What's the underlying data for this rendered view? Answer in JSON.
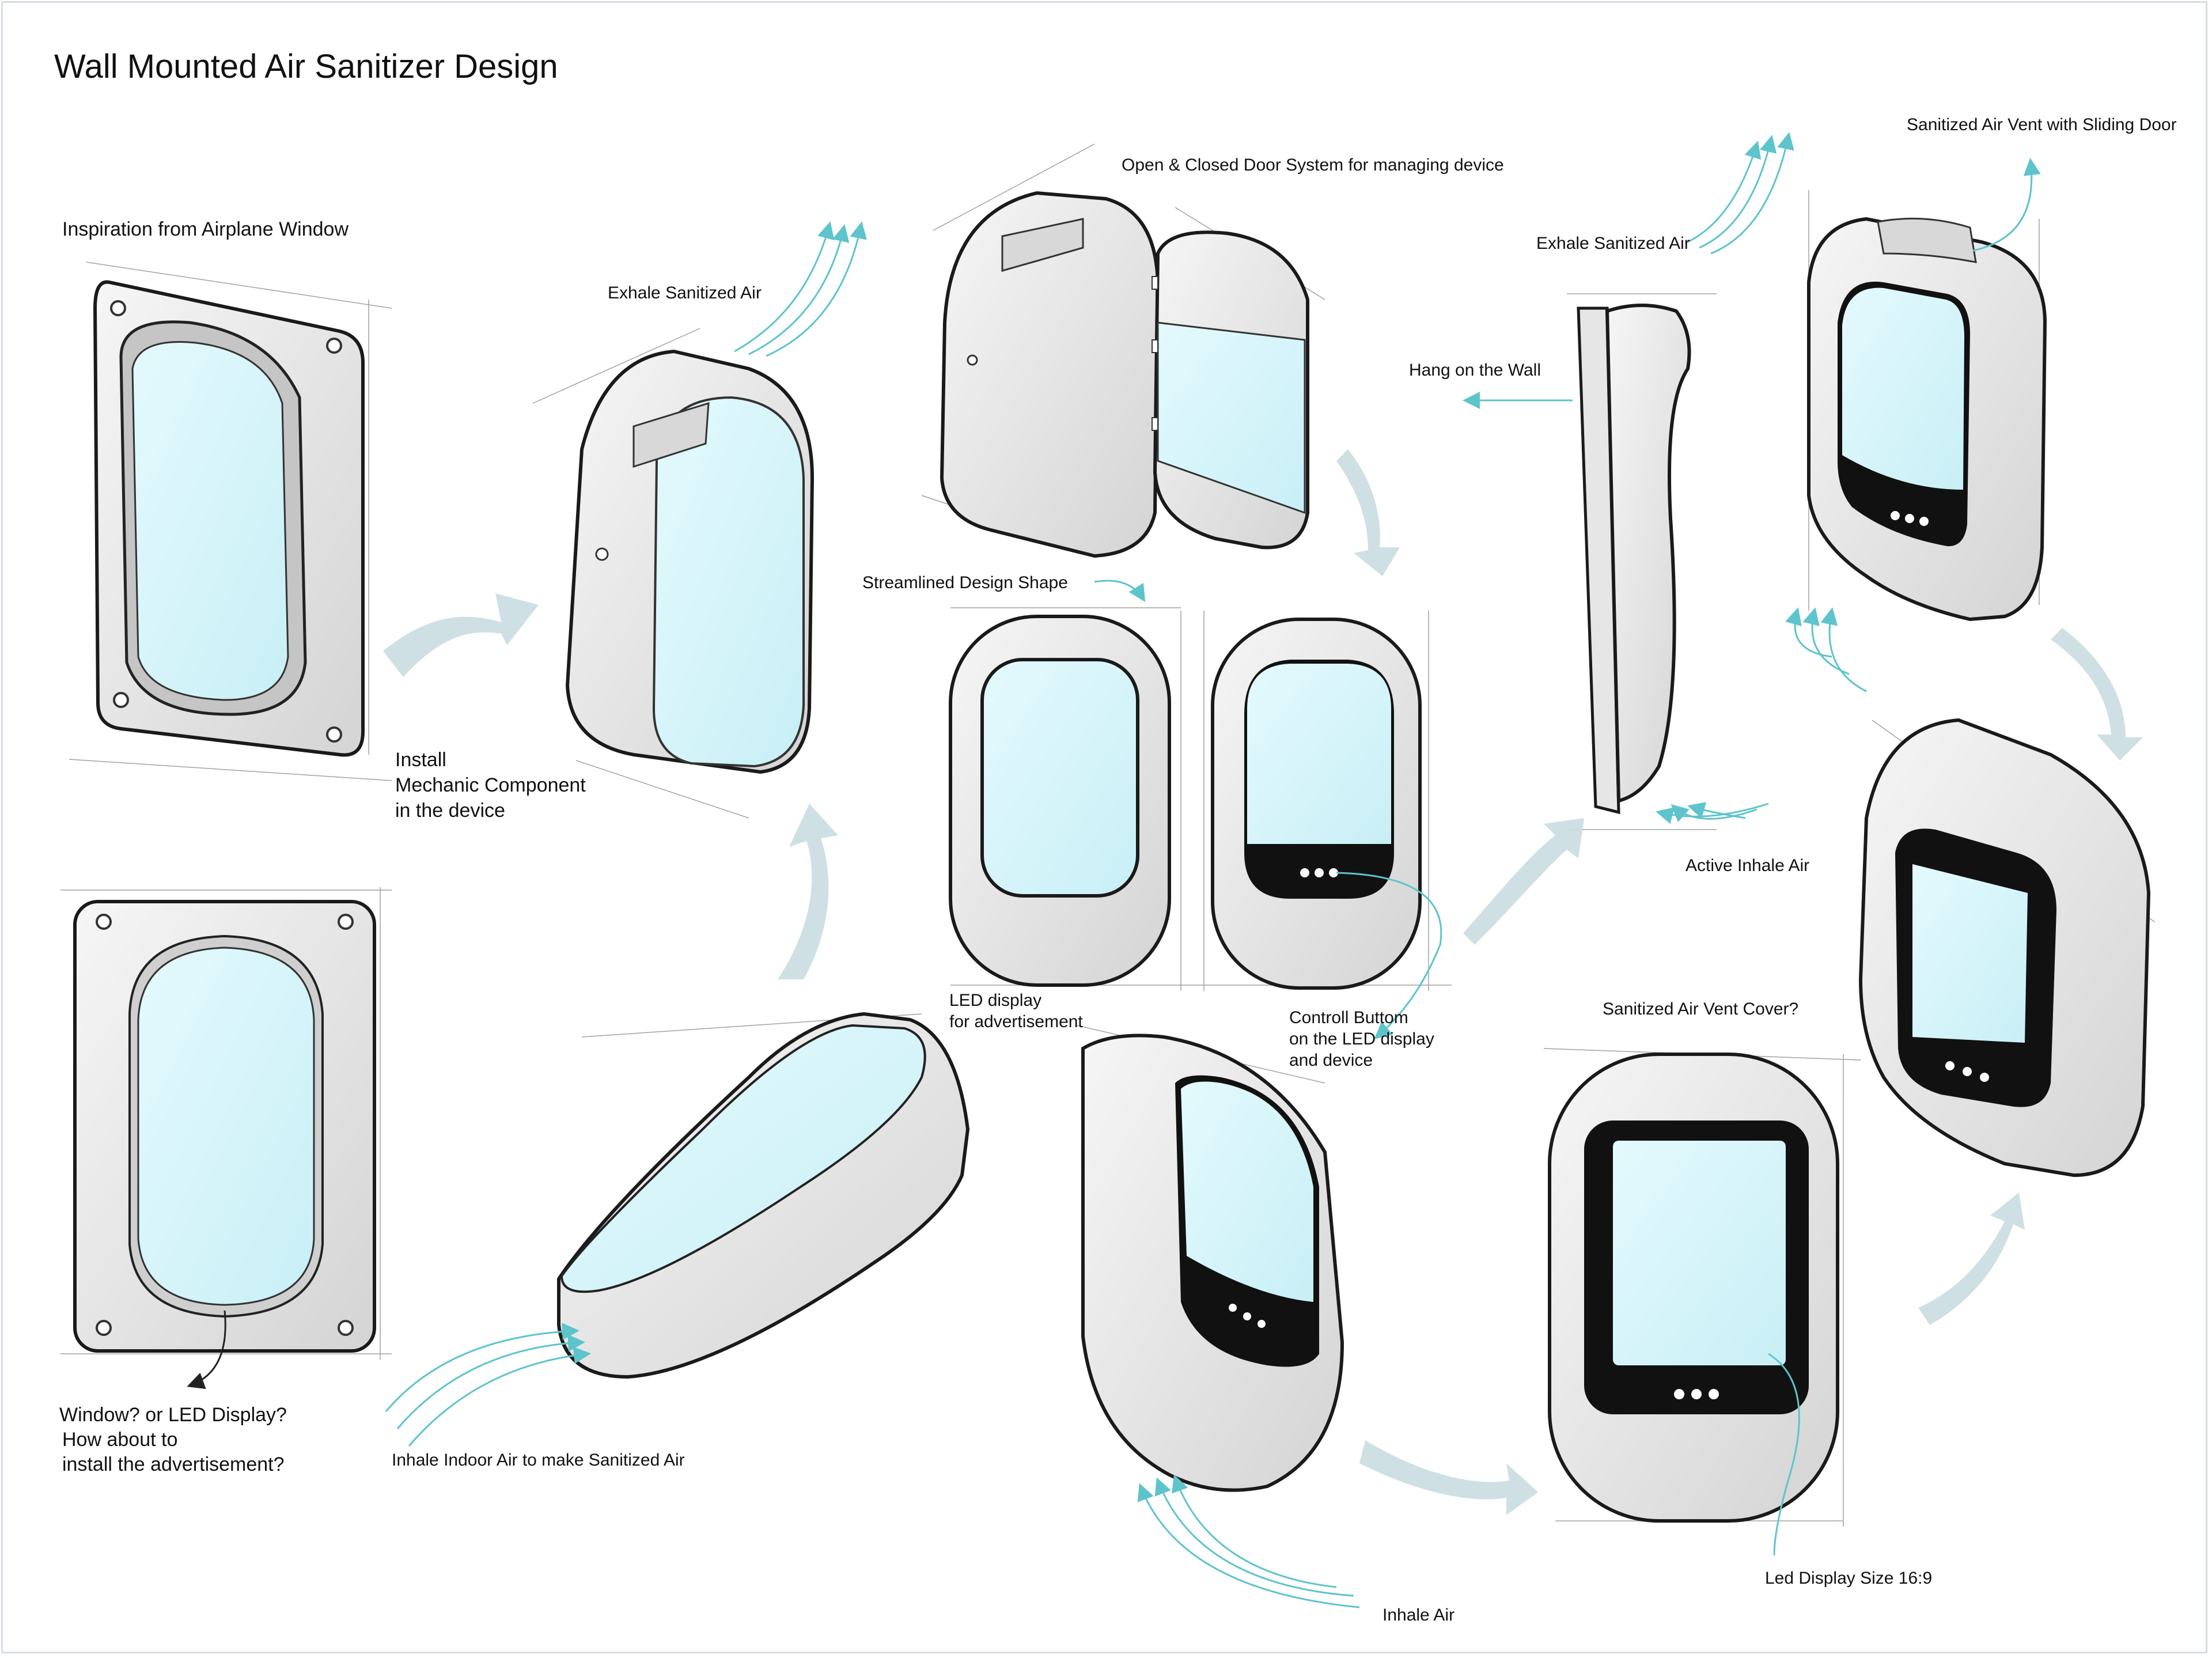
{
  "title": "Wall Mounted Air Sanitizer Design",
  "labels": {
    "inspiration": "Inspiration from Airplane Window",
    "exhale_1": "Exhale Sanitized Air",
    "install_1": "Install",
    "install_2": "Mechanic Component",
    "install_3": "in the device",
    "door_system": "Open & Closed Door System for managing device",
    "streamlined": "Streamlined Design Shape",
    "exhale_2": "Exhale Sanitized Air",
    "hang": "Hang on the Wall",
    "vent_sliding": "Sanitized Air Vent with Sliding Door",
    "active_inhale": "Active Inhale Air",
    "led_ad_1": "LED display",
    "led_ad_2": "for advertisement",
    "control_1": "Controll Buttom",
    "control_2": "on the LED display",
    "control_3": "and device",
    "vent_cover": "Sanitized Air Vent Cover?",
    "window_q_1": "Window? or LED Display?",
    "window_q_2": "How about to",
    "window_q_3": "install the advertisement?",
    "inhale_indoor": "Inhale Indoor Air to make Sanitized Air",
    "inhale_air": "Inhale Air",
    "led_size": "Led Display Size 16:9"
  },
  "colors": {
    "screen": "#d8f6fb",
    "body": "#ececec",
    "outline": "#1a1a1a",
    "flow": "#5ec4cc",
    "big_arrow": "#c9dde0",
    "frame": "#d6dde3"
  }
}
